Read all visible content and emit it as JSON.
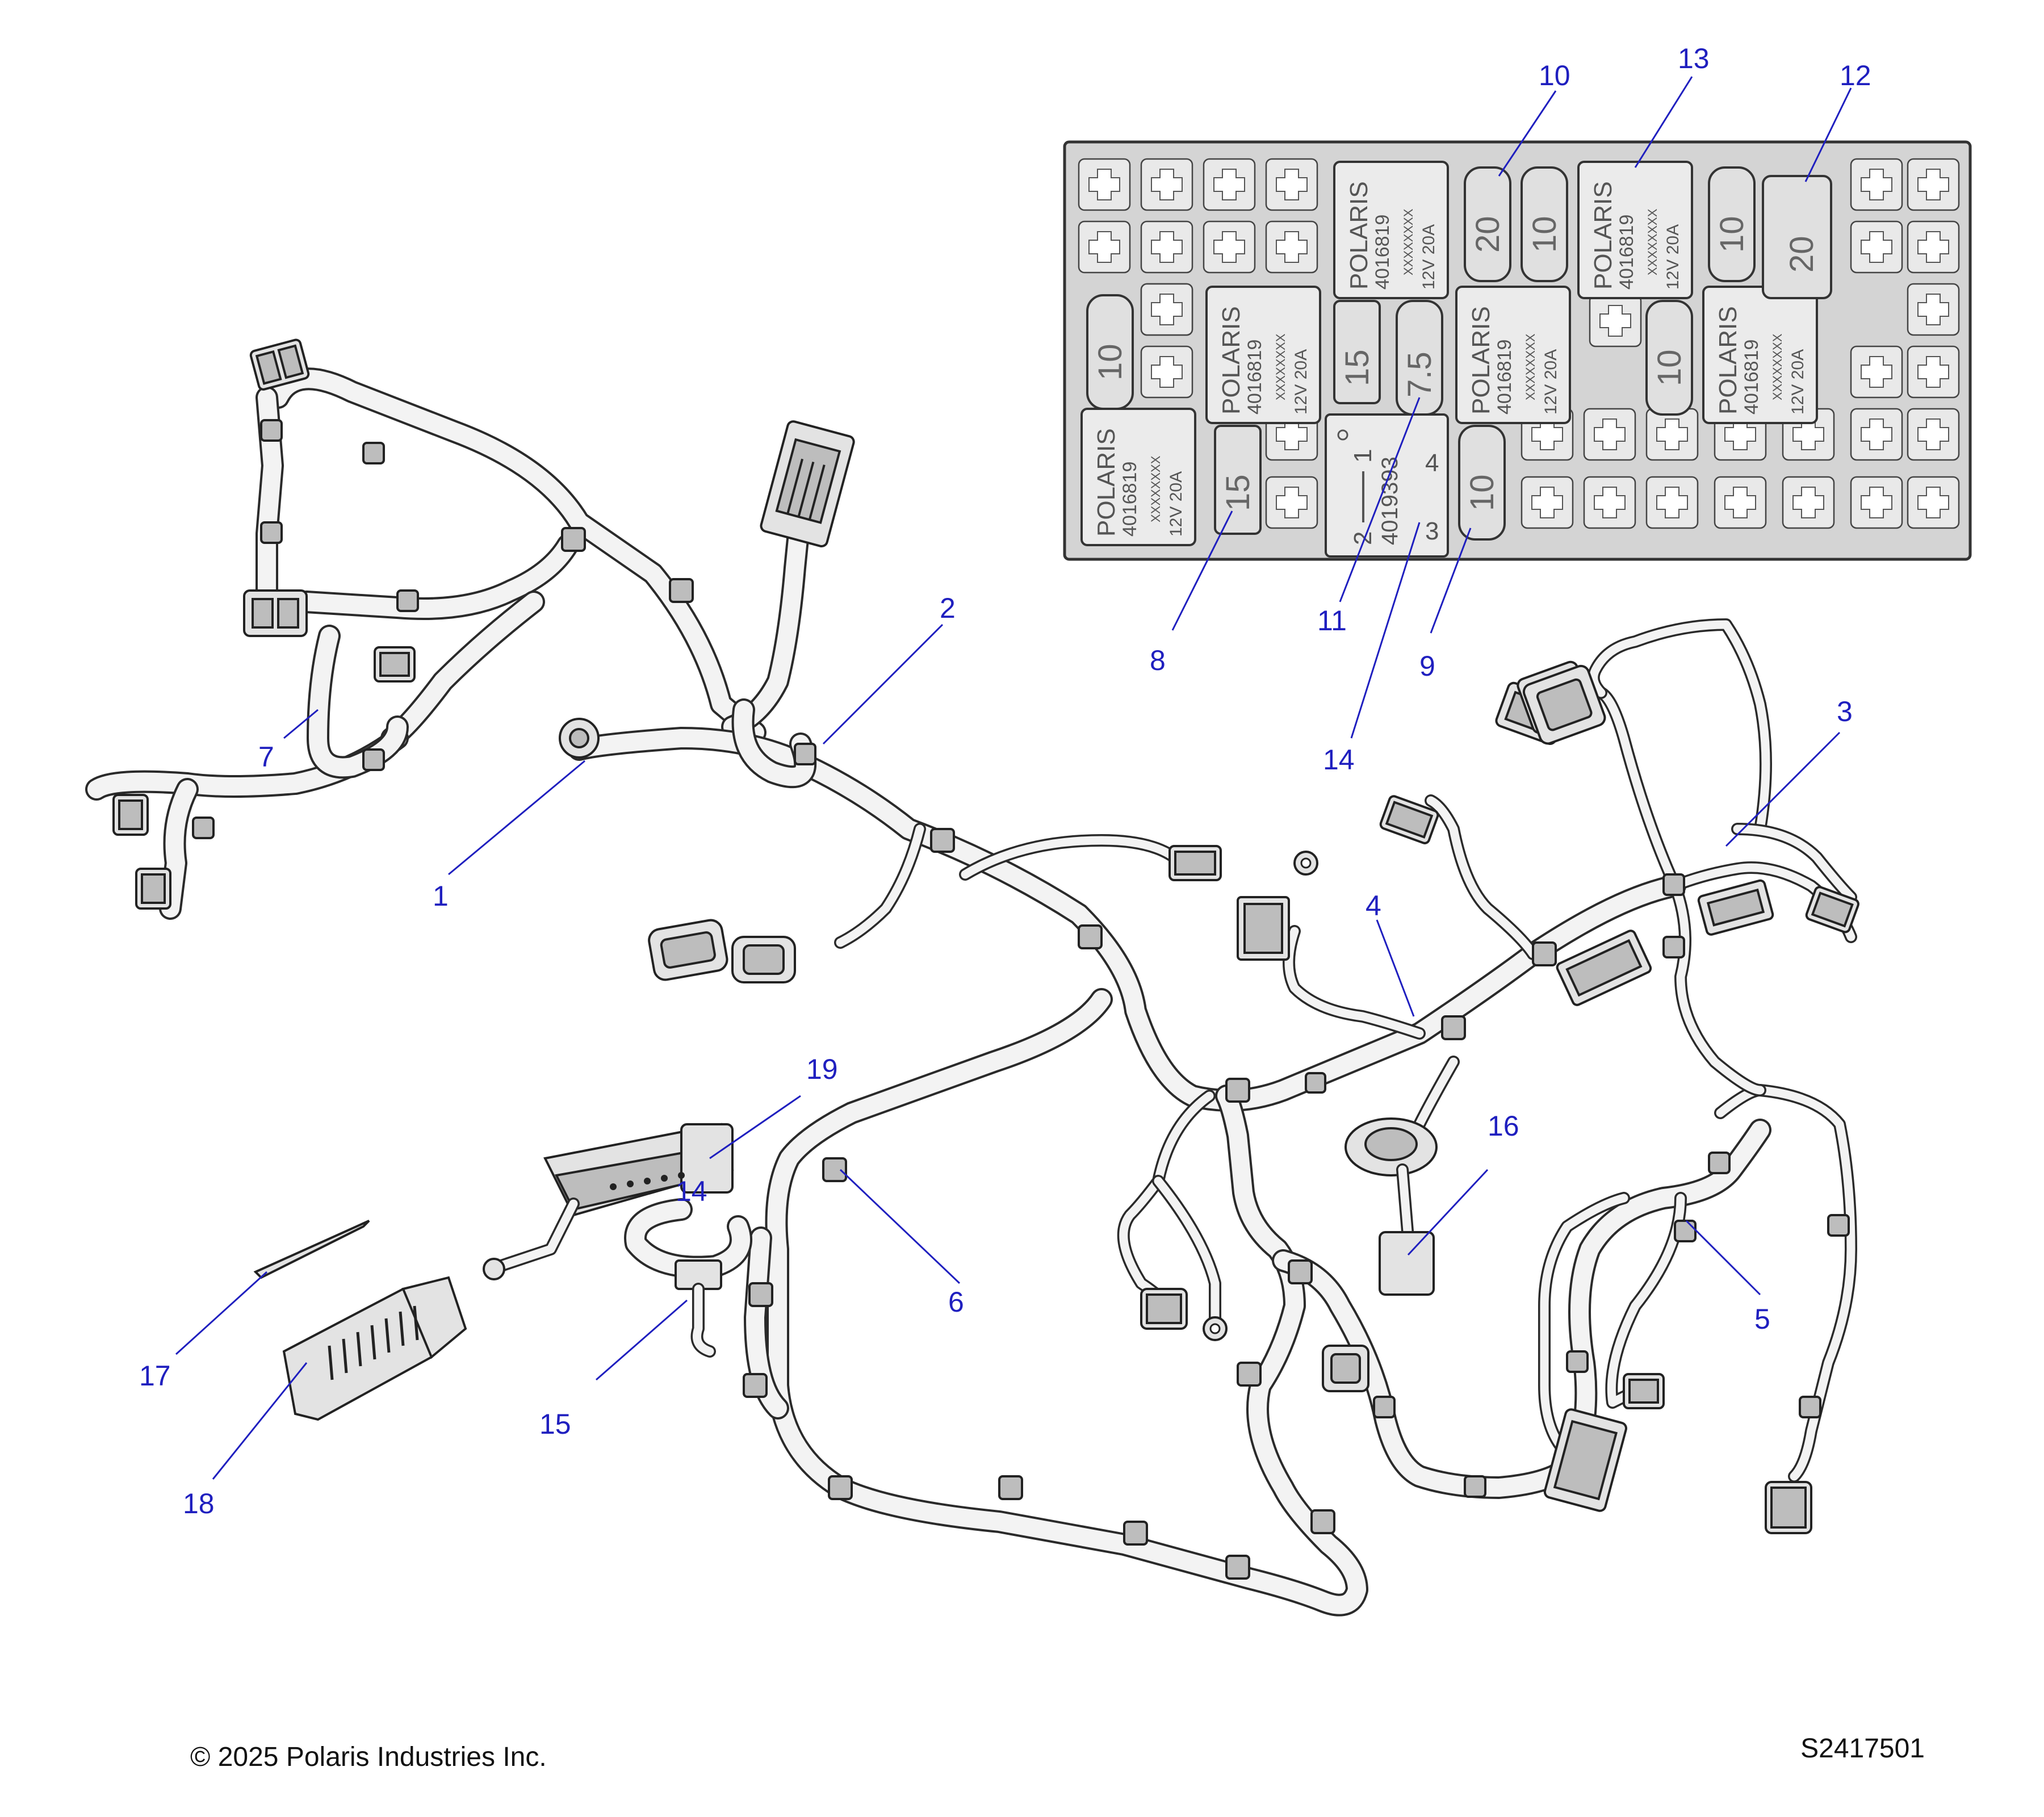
{
  "diagram": {
    "callouts": [
      {
        "id": "1",
        "label": "1"
      },
      {
        "id": "2",
        "label": "2"
      },
      {
        "id": "3",
        "label": "3"
      },
      {
        "id": "4",
        "label": "4"
      },
      {
        "id": "5",
        "label": "5"
      },
      {
        "id": "6",
        "label": "6"
      },
      {
        "id": "7",
        "label": "7"
      },
      {
        "id": "8",
        "label": "8"
      },
      {
        "id": "9",
        "label": "9"
      },
      {
        "id": "10",
        "label": "10"
      },
      {
        "id": "11",
        "label": "11"
      },
      {
        "id": "12",
        "label": "12"
      },
      {
        "id": "13",
        "label": "13"
      },
      {
        "id": "14",
        "label": "14"
      },
      {
        "id": "14b",
        "label": "14"
      },
      {
        "id": "15",
        "label": "15"
      },
      {
        "id": "16",
        "label": "16"
      },
      {
        "id": "17",
        "label": "17"
      },
      {
        "id": "18",
        "label": "18"
      },
      {
        "id": "19",
        "label": "19"
      }
    ],
    "fuse_box": {
      "relays": [
        {
          "brand": "POLARIS",
          "part": "4016819",
          "code": "XXXXXXXX",
          "rating": "12V 20A"
        },
        {
          "brand": "POLARIS",
          "part": "4016819",
          "code": "XXXXXXXX",
          "rating": "12V 20A"
        },
        {
          "brand": "POLARIS",
          "part": "4016819",
          "code": "XXXXXXXX",
          "rating": "12V 20A"
        },
        {
          "brand": "POLARIS",
          "part": "4016819",
          "code": "XXXXXXXX",
          "rating": "12V 20A"
        },
        {
          "brand": "POLARIS",
          "part": "4016819",
          "code": "XXXXXXXX",
          "rating": "12V 20A"
        },
        {
          "brand": "POLARIS",
          "part": "4016819",
          "code": "XXXXXXXX",
          "rating": "12V 20A"
        }
      ],
      "fuses": [
        "20",
        "10",
        "10",
        "20",
        "10",
        "15",
        "7.5",
        "10",
        "15",
        "10"
      ],
      "diode": {
        "part": "4019393",
        "pins": [
          "2",
          "1",
          "4",
          "3"
        ]
      }
    },
    "footer": {
      "copyright": "© 2025 Polaris Industries Inc.",
      "drawing_id": "S2417501"
    }
  }
}
